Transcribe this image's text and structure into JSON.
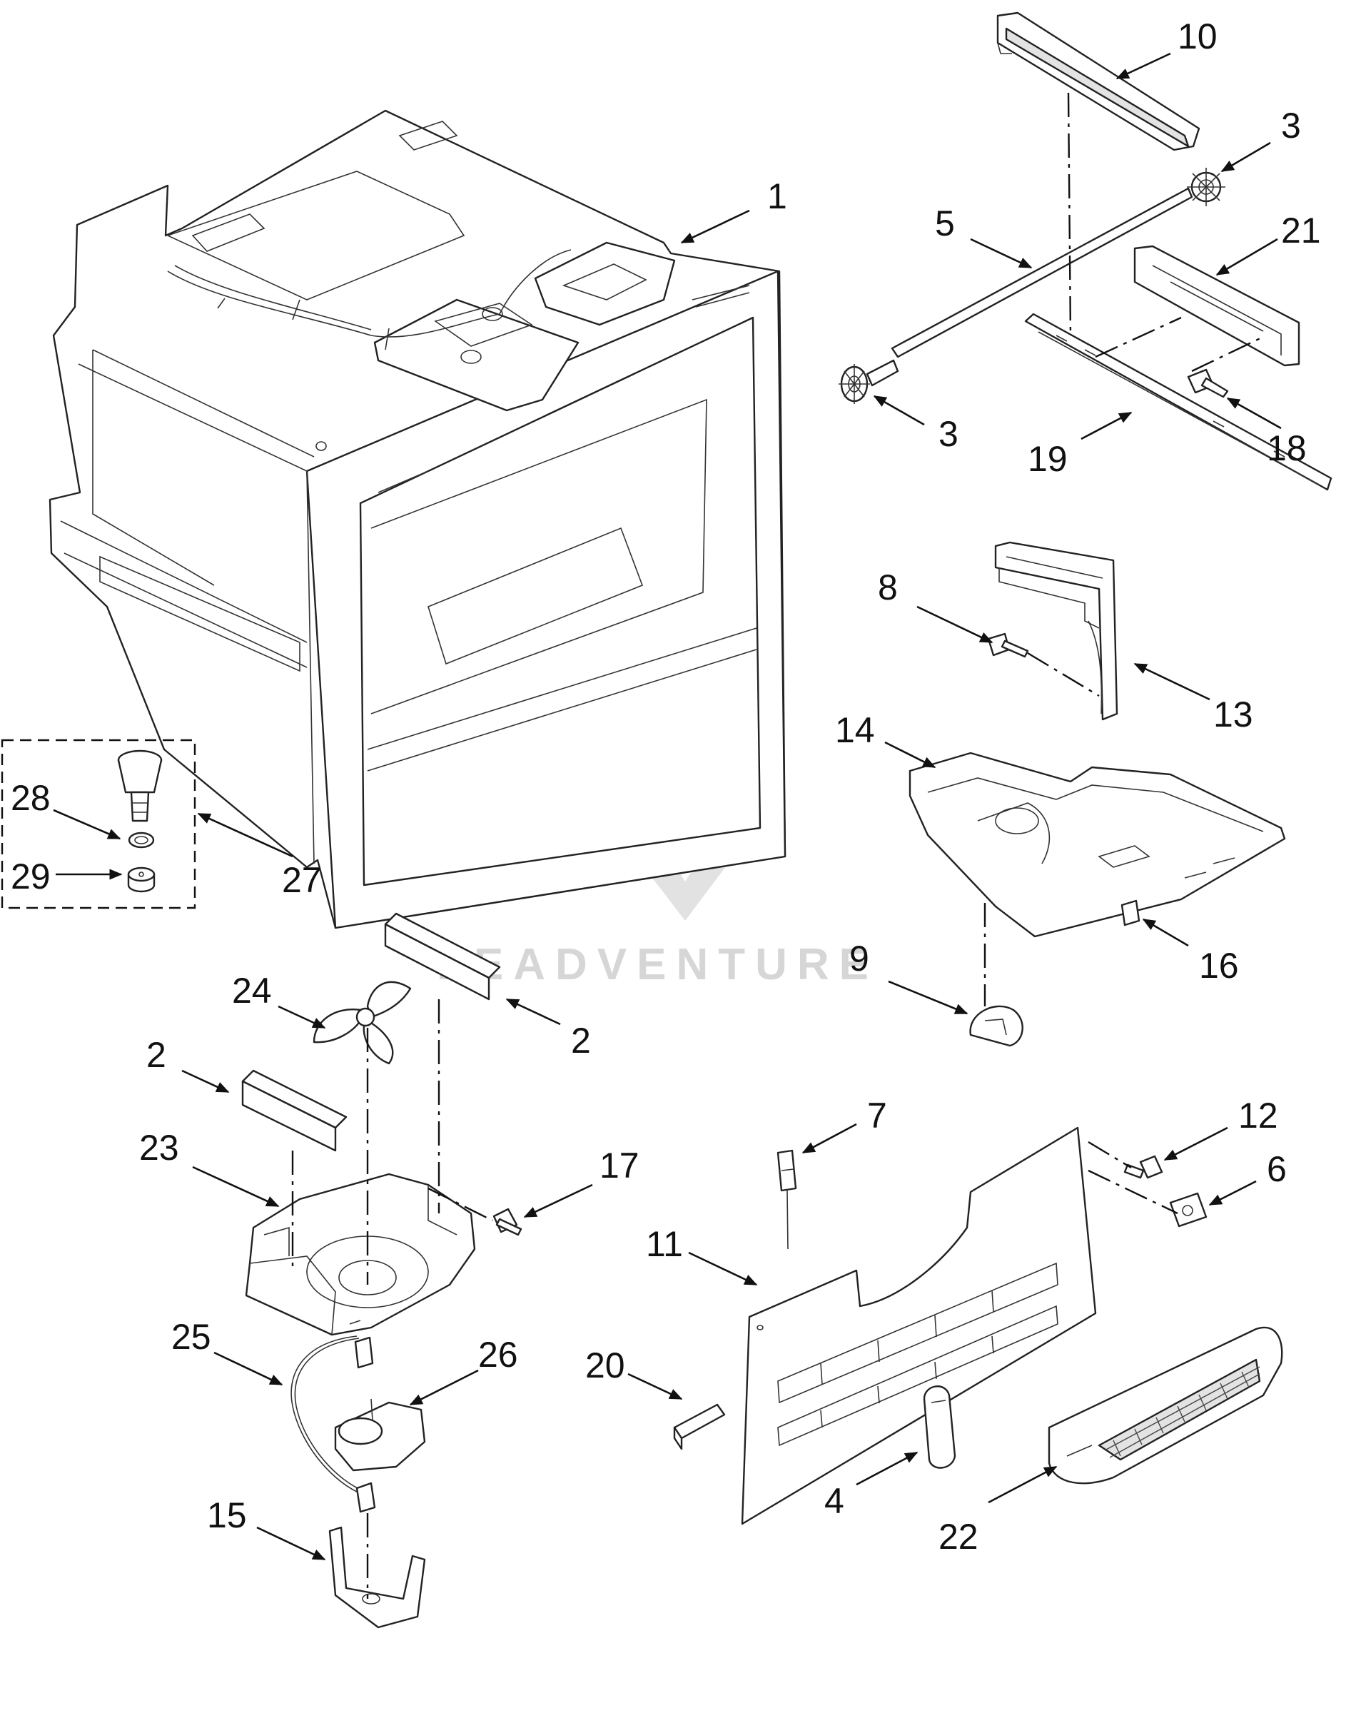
{
  "watermark": {
    "text": "LEADVENTURE"
  },
  "callouts": [
    {
      "key": "c1",
      "label": "1"
    },
    {
      "key": "c2a",
      "label": "2"
    },
    {
      "key": "c2b",
      "label": "2"
    },
    {
      "key": "c3a",
      "label": "3"
    },
    {
      "key": "c3b",
      "label": "3"
    },
    {
      "key": "c4",
      "label": "4"
    },
    {
      "key": "c5",
      "label": "5"
    },
    {
      "key": "c6",
      "label": "6"
    },
    {
      "key": "c7",
      "label": "7"
    },
    {
      "key": "c8",
      "label": "8"
    },
    {
      "key": "c9",
      "label": "9"
    },
    {
      "key": "c10",
      "label": "10"
    },
    {
      "key": "c11",
      "label": "11"
    },
    {
      "key": "c12",
      "label": "12"
    },
    {
      "key": "c13",
      "label": "13"
    },
    {
      "key": "c14",
      "label": "14"
    },
    {
      "key": "c15",
      "label": "15"
    },
    {
      "key": "c16",
      "label": "16"
    },
    {
      "key": "c17",
      "label": "17"
    },
    {
      "key": "c18",
      "label": "18"
    },
    {
      "key": "c19",
      "label": "19"
    },
    {
      "key": "c20",
      "label": "20"
    },
    {
      "key": "c21",
      "label": "21"
    },
    {
      "key": "c22",
      "label": "22"
    },
    {
      "key": "c23",
      "label": "23"
    },
    {
      "key": "c24",
      "label": "24"
    },
    {
      "key": "c25",
      "label": "25"
    },
    {
      "key": "c26",
      "label": "26"
    },
    {
      "key": "c27",
      "label": "27"
    },
    {
      "key": "c28",
      "label": "28"
    },
    {
      "key": "c29",
      "label": "29"
    }
  ]
}
